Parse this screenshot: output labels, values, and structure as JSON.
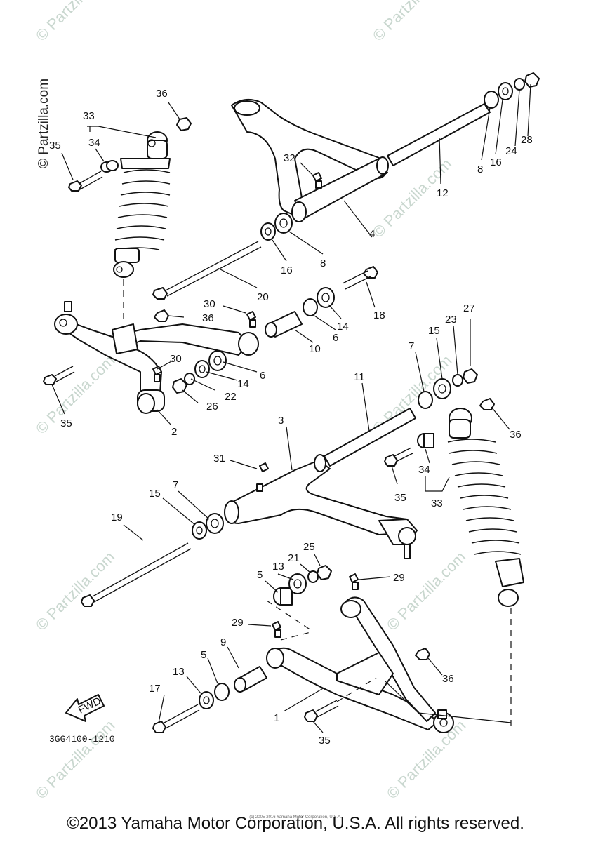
{
  "diagram": {
    "part_code": "3GG4100-1210",
    "fwd_label": "FWD",
    "side_watermark": "© Partzilla.com",
    "watermark_text": "© Partzilla.com",
    "tiny_copyright": "(c) 2005-2016 Yamaha Motor Corporation, U.S.A.",
    "copyright": "©2013 Yamaha Motor Corporation, U.S.A. All rights reserved.",
    "callouts": [
      {
        "id": "c36a",
        "label": "36"
      },
      {
        "id": "c33a",
        "label": "33"
      },
      {
        "id": "c34a",
        "label": "34"
      },
      {
        "id": "c35a",
        "label": "35"
      },
      {
        "id": "c32",
        "label": "32"
      },
      {
        "id": "c4",
        "label": "4"
      },
      {
        "id": "c12",
        "label": "12"
      },
      {
        "id": "c8a",
        "label": "8"
      },
      {
        "id": "c16a",
        "label": "16"
      },
      {
        "id": "c24",
        "label": "24"
      },
      {
        "id": "c28",
        "label": "28"
      },
      {
        "id": "c16b",
        "label": "16"
      },
      {
        "id": "c8b",
        "label": "8"
      },
      {
        "id": "c20",
        "label": "20"
      },
      {
        "id": "c18",
        "label": "18"
      },
      {
        "id": "c14a",
        "label": "14"
      },
      {
        "id": "c6a",
        "label": "6"
      },
      {
        "id": "c30a",
        "label": "30"
      },
      {
        "id": "c36b",
        "label": "36"
      },
      {
        "id": "c10",
        "label": "10"
      },
      {
        "id": "c30b",
        "label": "30"
      },
      {
        "id": "c14b",
        "label": "14"
      },
      {
        "id": "c6b",
        "label": "6"
      },
      {
        "id": "c22",
        "label": "22"
      },
      {
        "id": "c26",
        "label": "26"
      },
      {
        "id": "c35b",
        "label": "35"
      },
      {
        "id": "c2",
        "label": "2"
      },
      {
        "id": "c7a",
        "label": "7"
      },
      {
        "id": "c15a",
        "label": "15"
      },
      {
        "id": "c23",
        "label": "23"
      },
      {
        "id": "c27",
        "label": "27"
      },
      {
        "id": "c11",
        "label": "11"
      },
      {
        "id": "c3",
        "label": "3"
      },
      {
        "id": "c36c",
        "label": "36"
      },
      {
        "id": "c31",
        "label": "31"
      },
      {
        "id": "c34b",
        "label": "34"
      },
      {
        "id": "c35c",
        "label": "35"
      },
      {
        "id": "c33b",
        "label": "33"
      },
      {
        "id": "c7b",
        "label": "7"
      },
      {
        "id": "c15b",
        "label": "15"
      },
      {
        "id": "c19",
        "label": "19"
      },
      {
        "id": "c25",
        "label": "25"
      },
      {
        "id": "c21",
        "label": "21"
      },
      {
        "id": "c13a",
        "label": "13"
      },
      {
        "id": "c5a",
        "label": "5"
      },
      {
        "id": "c29a",
        "label": "29"
      },
      {
        "id": "c29b",
        "label": "29"
      },
      {
        "id": "c9",
        "label": "9"
      },
      {
        "id": "c5b",
        "label": "5"
      },
      {
        "id": "c13b",
        "label": "13"
      },
      {
        "id": "c17",
        "label": "17"
      },
      {
        "id": "c36d",
        "label": "36"
      },
      {
        "id": "c1",
        "label": "1"
      },
      {
        "id": "c35d",
        "label": "35"
      }
    ]
  }
}
